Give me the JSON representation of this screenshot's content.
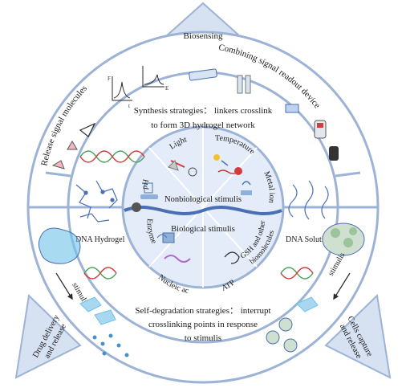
{
  "corner_labels": {
    "top": "Biosensing",
    "left": [
      "Drug delivery",
      "and release"
    ],
    "right": [
      "Cells capture",
      "and release"
    ]
  },
  "outer_ring": {
    "top_left": "Release signal molecules",
    "top_right": "Combining signal readout device"
  },
  "strategies": {
    "synthesis": [
      "Synthesis strategies： linkers crosslink",
      "to form 3D hydrogel network"
    ],
    "degradation": [
      "Self-degradation strategies： interrupt",
      "crosslinking points in response",
      "to stimulis"
    ]
  },
  "side_labels": {
    "left": "DNA Hydrogel",
    "right": "DNA Solution",
    "left_arrow": "stimulis",
    "right_arrow": "stimulis"
  },
  "center": {
    "top": "Nonbiological stimulis",
    "bottom": "Biological stimulis"
  },
  "stimuli": {
    "pH": "pH",
    "light": "Light",
    "temperature": "Temperature",
    "metal_ion": "Metal ion",
    "enzyme": "Enzyme",
    "nucleic_acid": "Nucleic acid",
    "atp": "ATP",
    "gsh": [
      "GSH and other",
      "biomolecules"
    ]
  },
  "chart_mini_labels": [
    "F",
    "t",
    "E"
  ],
  "colors": {
    "frame": "#9db3d6",
    "inner_fill": "#e3ecf8",
    "dna_blue": "#4a6fb5",
    "accent_red": "#d23c3c",
    "accent_green": "#4aa35a",
    "accent_yellow": "#f2c12e",
    "hydrogel_blue": "#6ec3e8"
  }
}
